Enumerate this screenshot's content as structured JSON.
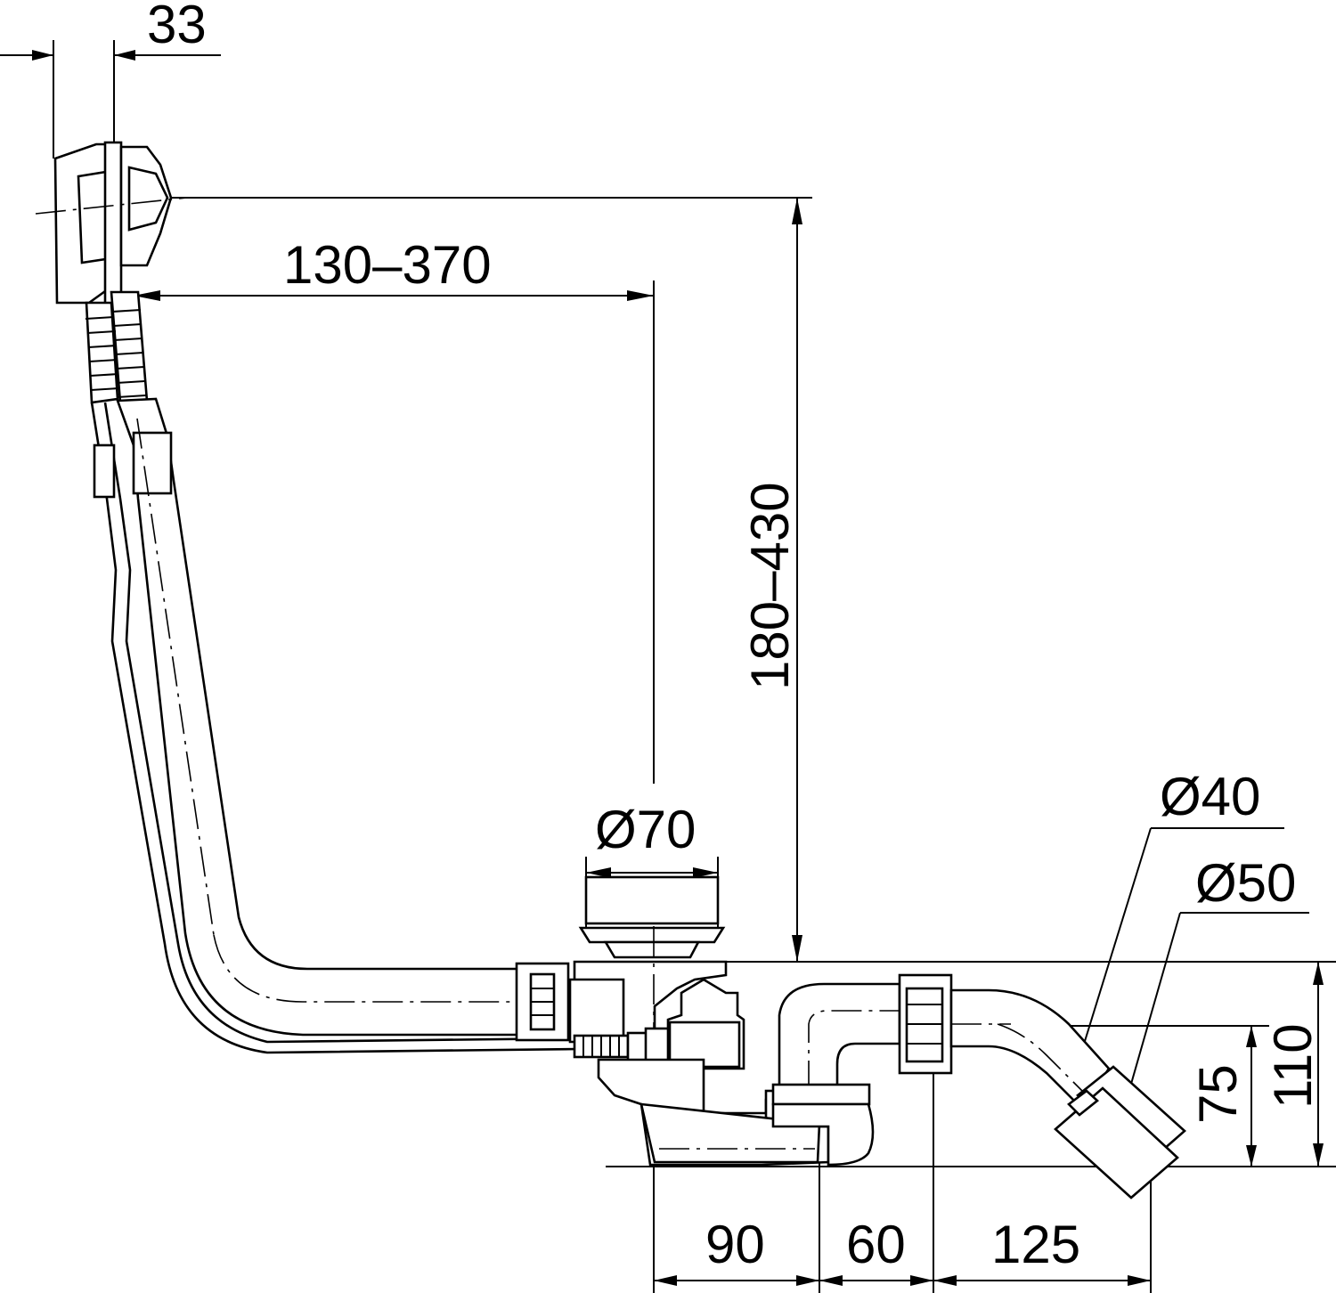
{
  "dimensions": {
    "overflow_width": "33",
    "horizontal_reach": "130–370",
    "vertical_height": "180–430",
    "outlet_diameter": "Ø70",
    "pipe_diameter_small": "Ø40",
    "pipe_diameter_large": "Ø50",
    "trap_height": "75",
    "total_height": "110",
    "bottom_span_1": "90",
    "bottom_span_2": "60",
    "bottom_span_3": "125"
  }
}
